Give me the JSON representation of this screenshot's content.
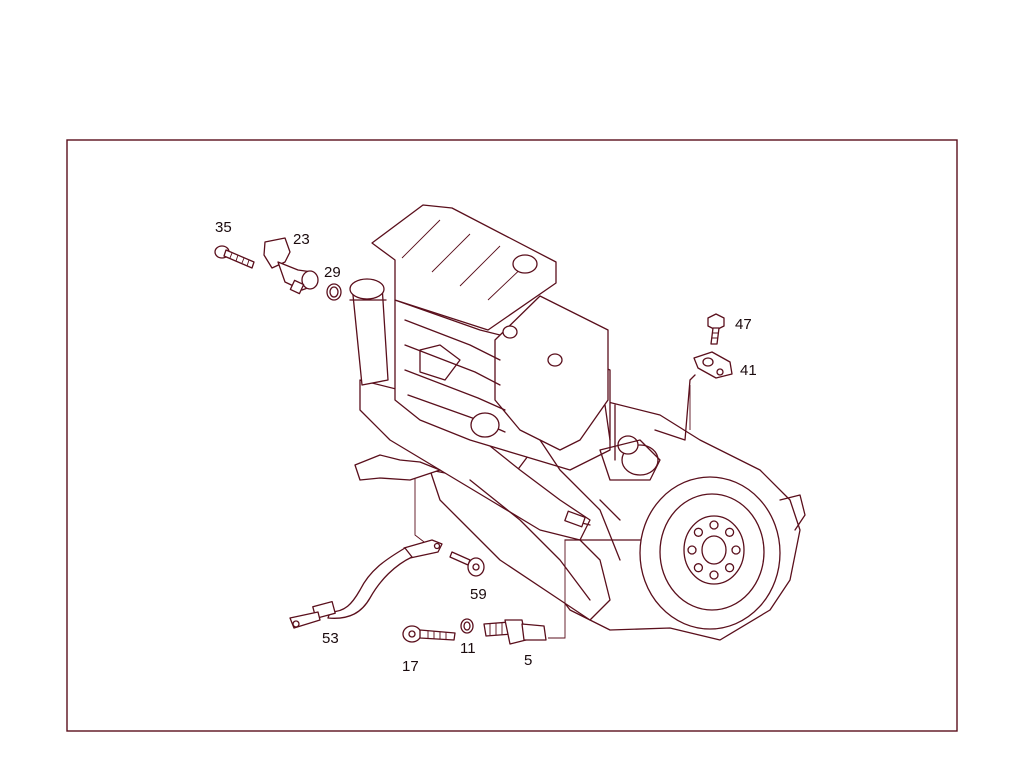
{
  "colors": {
    "line": "#5a0f1c",
    "text": "#1a0a0d",
    "background": "#ffffff"
  },
  "callouts": {
    "c35": "35",
    "c23": "23",
    "c29": "29",
    "c47": "47",
    "c41": "41",
    "c59": "59",
    "c53": "53",
    "c17": "17",
    "c11": "11",
    "c5": "5"
  }
}
